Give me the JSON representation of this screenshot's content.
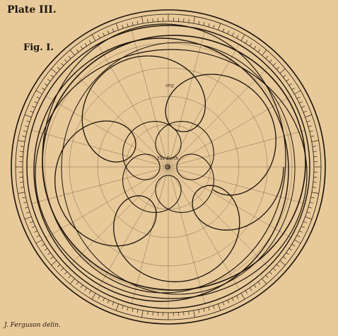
{
  "plate": {
    "title": "Plate III.",
    "figure_label": "Fig. I.",
    "credit": "J. Ferguson delin.",
    "center_label": "The Earth",
    "orbit_label": "Sun"
  },
  "colors": {
    "paper": "#e8c99a",
    "ink": "#1c130b"
  }
}
